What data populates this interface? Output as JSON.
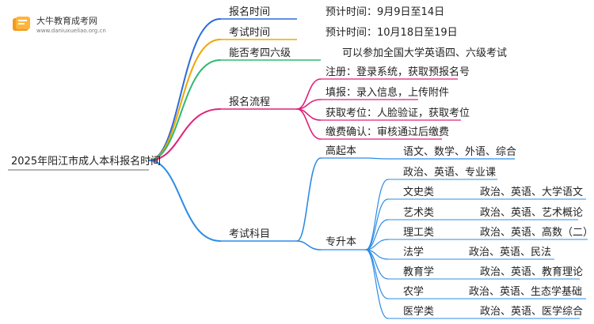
{
  "logo": {
    "name": "大牛教育成考网",
    "url": "www.daniuxueliao.org.cn"
  },
  "root": "2025年阳江市成人本科报名时间",
  "branches": [
    {
      "label": "报名时间",
      "child": "预计时间：9月9日至14日",
      "color": "#2b6cd9"
    },
    {
      "label": "考试时间",
      "child": "预计时间：10月18日至19日",
      "color": "#f0a500"
    },
    {
      "label": "能否考四六级",
      "child": "可以参加全国大学英语四、六级考试",
      "color": "#2eb872"
    },
    {
      "label": "报名流程",
      "color": "#e0207a",
      "children": [
        "注册：登录系统，获取预报名号",
        "填报：录入信息，上传附件",
        "获取考位：人脸验证，获取考位",
        "缴费确认：审核通过后缴费"
      ]
    },
    {
      "label": "考试科目",
      "color": "#2b8ce6",
      "gaoqiben": {
        "label": "高起本",
        "subjects": "语文、数学、外语、综合"
      },
      "zhuanshengben": {
        "label": "专升本",
        "common": "政治、英语、专业课",
        "categories": [
          {
            "name": "文史类",
            "subjects": "政治、英语、大学语文"
          },
          {
            "name": "艺术类",
            "subjects": "政治、英语、艺术概论"
          },
          {
            "name": "理工类",
            "subjects": "政治、英语、高数（二）"
          },
          {
            "name": "法学",
            "subjects": "政治、英语、民法"
          },
          {
            "name": "教育学",
            "subjects": "政治、英语、教育理论"
          },
          {
            "name": "农学",
            "subjects": "政治、英语、生态学基础"
          },
          {
            "name": "医学类",
            "subjects": "政治、英语、医学综合"
          }
        ]
      }
    }
  ]
}
